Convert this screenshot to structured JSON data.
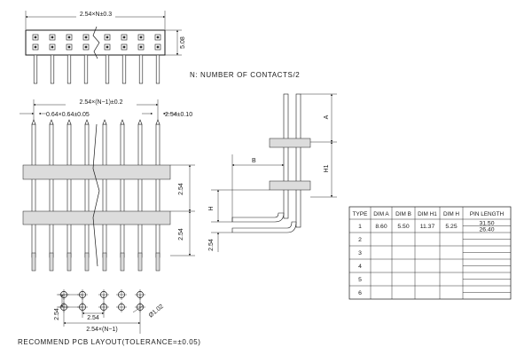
{
  "dimensions": {
    "top_width": "2.54×N±0.3",
    "top_height": "5.08",
    "front_width": "2.54×(N−1)±0.2",
    "front_pitch": "0.64×0.64±0.05",
    "front_pitch_right": "2.54±0.10",
    "row_pitch": "2.54",
    "row_pitch_2": "2.54",
    "side_a": "A",
    "side_h1": "H1",
    "side_b": "B",
    "side_h": "H",
    "side_pitch": "2.54",
    "pcb_pitch_x": "2.54",
    "pcb_pitch_y": "2.54",
    "pcb_total": "2.54×(N−1)",
    "pcb_hole": "Ø1.02"
  },
  "notes": {
    "contacts": "N:  NUMBER  OF  CONTACTS/2",
    "recommend": "RECOMMEND  PCB  LAYOUT(TOLERANCE=±0.05)"
  },
  "table": {
    "headers": [
      "TYPE",
      "DIM  A",
      "DIM  B",
      "DIM  H1",
      "DIM  H",
      "PIN  LENGTH"
    ],
    "rows": [
      {
        "type": "1",
        "a": "8.60",
        "b": "5.50",
        "h1": "11.37",
        "h": "5.25",
        "pin_top": "31.50",
        "pin_bottom": "26.40"
      },
      {
        "type": "2",
        "a": "",
        "b": "",
        "h1": "",
        "h": "",
        "pin_top": "",
        "pin_bottom": ""
      },
      {
        "type": "3",
        "a": "",
        "b": "",
        "h1": "",
        "h": "",
        "pin_top": "",
        "pin_bottom": ""
      },
      {
        "type": "4",
        "a": "",
        "b": "",
        "h1": "",
        "h": "",
        "pin_top": "",
        "pin_bottom": ""
      },
      {
        "type": "5",
        "a": "",
        "b": "",
        "h1": "",
        "h": "",
        "pin_top": "",
        "pin_bottom": ""
      },
      {
        "type": "6",
        "a": "",
        "b": "",
        "h1": "",
        "h": "",
        "pin_top": "",
        "pin_bottom": ""
      }
    ]
  }
}
